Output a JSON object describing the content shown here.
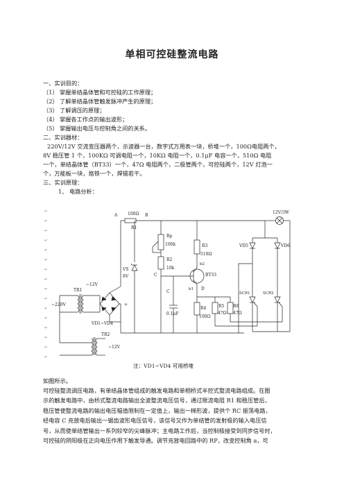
{
  "title": "单相可控硅整流电路",
  "s1": {
    "heading": "一、实训目的：",
    "items": [
      {
        "n": "（1）",
        "t": "掌握单结晶体管和可控硅的工作原理；"
      },
      {
        "n": "（2）",
        "t": "了解单结晶体管触发脉冲产生的原理；"
      },
      {
        "n": "（3）",
        "t": "了解调压的原理；"
      },
      {
        "n": "（4）",
        "t": "掌握各工作点的输出波形；"
      },
      {
        "n": "（5）",
        "t": "掌握输出电压与控制角之间的关系。"
      }
    ]
  },
  "s2": {
    "heading": "二、实训器材：",
    "lines": [
      "220V/12V 交流变压器两个，示波器一台，数字式万用表一块，桥堆一个，100Ω电阻两个，",
      "8V 稳压管 1 个，100KΩ 可调电阻一个，10KΩ 电阻一个，0.1μF 电容一个，510Ω 电阻",
      "一个，单结晶体管（BT33）一个，47Ω 电阻两个，二极管两个，可控硅两个，12V 灯泡一",
      "个，万能板一块，烙铁一个，焊锡若干。"
    ]
  },
  "s3": {
    "heading": "三、实训原理：",
    "sub": "1、 电路分析："
  },
  "circuit": {
    "labels": {
      "r1_val": "100Ω",
      "b_node": "B",
      "r1": "R1",
      "a_node": "A",
      "rp": "Rp",
      "rp_val": "100k",
      "r2": "R2",
      "r2_val": "10k",
      "r3": "R3",
      "r3_val": "510Ω",
      "vs": "VS",
      "vs_val": "8V",
      "c_node": "C",
      "c": "C",
      "c_val": "0.1μF",
      "bt33": "BT33",
      "b2": "b2",
      "b1": "b1",
      "d_node": "D",
      "r4": "R4",
      "r4_val": "100Ω",
      "r5": "R5",
      "r5_val": "47Ω",
      "r6": "R6",
      "r6_val": "47Ω",
      "lamp": "12V/3W",
      "vd5": "VD5",
      "vd6": "VD6",
      "scr1": "SCR1",
      "scr2": "SCR2",
      "tr1": "TR1",
      "ac12_1": "~12V",
      "plus": "+",
      "ac220": "~220V",
      "bridge": "VD1~VD4",
      "tr2": "TR2",
      "ac12_2": "~12V"
    },
    "note": "注：VD1~VD4 可用桥堆"
  },
  "after": {
    "intro": "如图所示。",
    "lines": [
      "可控硅整流调压电路，有单结晶体管组成的触发电路和单相桥式半控式整流电路组成。在图",
      "示的触发电路中，由桥式整流电路输出全波整流电压信号，通过限流电阻 R1 和稳压管后，",
      "稳压管使整流电路的输出电压幅值限制在一定值上，输出一梯形波，提供个 RC 振荡电路，",
      "经电容 C 充放电后输出一锯齿波形电压信号，该信号又作为单结管的发射极的输入电压信",
      "号，从而使单结管输出一系列较窄的尖峰脉冲；主电路工作后，当控制极接受到同步信号时，",
      "可控硅的阴阳极在正向电压作用下触发导通。调节充放电回路中的 RP，改变控制角 a，可"
    ]
  }
}
